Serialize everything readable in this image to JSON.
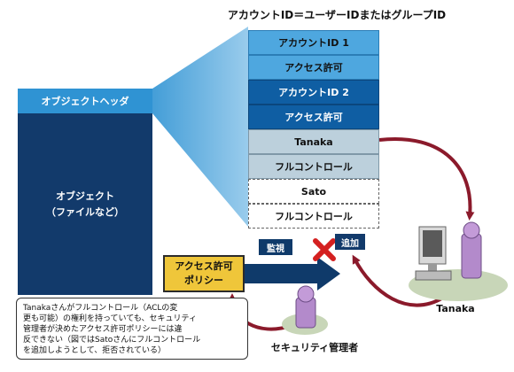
{
  "title": "アカウントID＝ユーザーIDまたはグループID",
  "object": {
    "header": "オブジェクトヘッダ",
    "body_line1": "オブジェクト",
    "body_line2": "（ファイルなど）"
  },
  "acl_rows": [
    "アカウントID 1",
    "アクセス許可",
    "アカウントID 2",
    "アクセス許可",
    "Tanaka",
    "フルコントロール",
    "Sato",
    "フルコントロール"
  ],
  "policy": {
    "line1": "アクセス許可",
    "line2": "ポリシー"
  },
  "monitor_label": "監視",
  "add_label": "追加",
  "tanaka_label": "Tanaka",
  "security_admin_label": "セキュリティ管理者",
  "callout": {
    "line1": "Tanakaさんがフルコントロール（ACLの変",
    "line2": "更も可能）の権利を持っていても、セキュリティ",
    "line3": "管理者が決めたアクセス許可ポリシーには違",
    "line4": "反できない（図ではSatoさんにフルコントロール",
    "line5": "を追加しようとして、拒否されている）"
  },
  "colors": {
    "header_blue": "#2f93d3",
    "object_navy": "#123a6b",
    "acl_light": "#4ea7df",
    "acl_dark": "#0f5ea3",
    "acl_gray": "#bcd0dc",
    "policy_yellow": "#efc63a",
    "arrow_red": "#8b1a2b",
    "deny_red": "#d42020"
  }
}
